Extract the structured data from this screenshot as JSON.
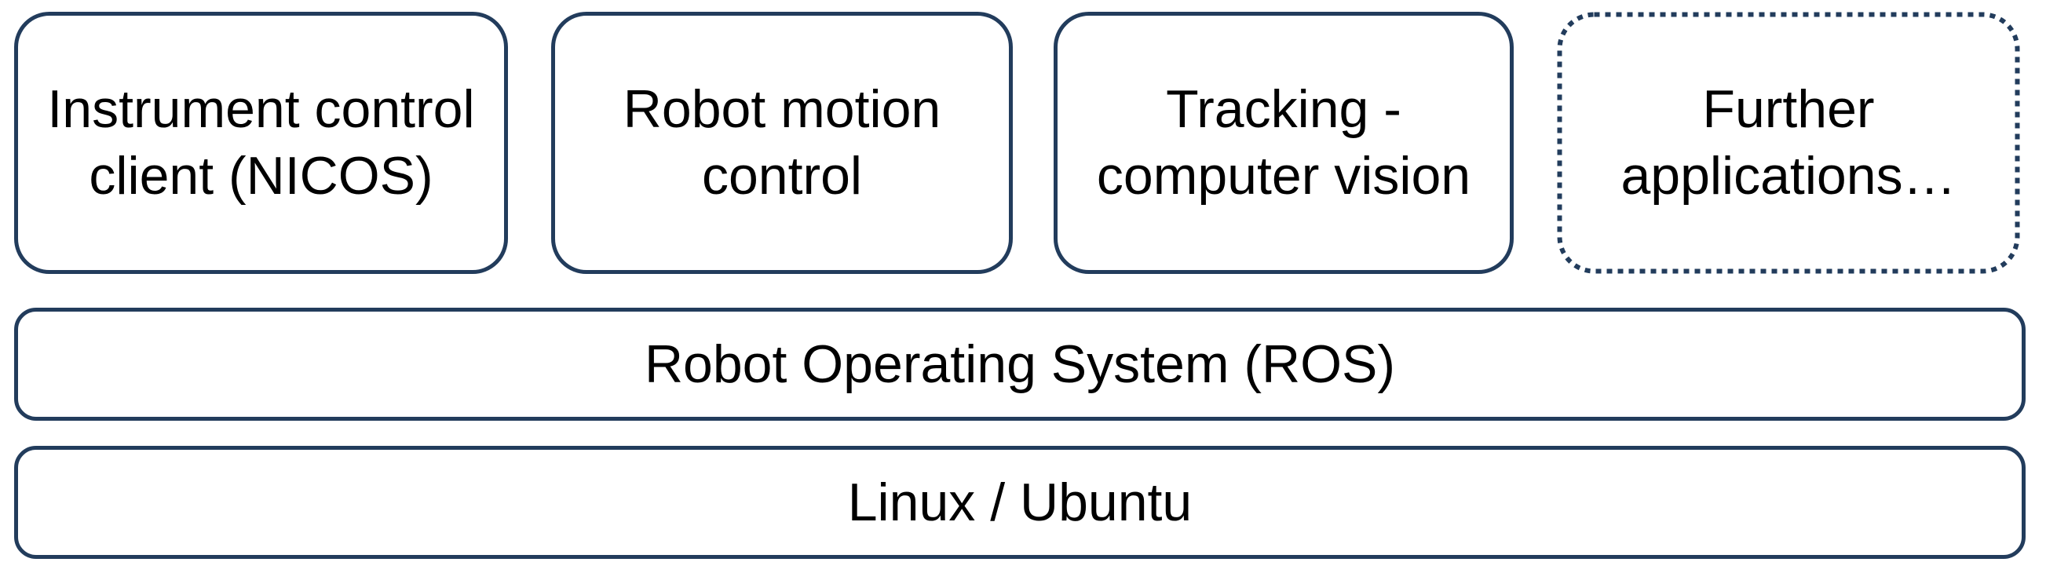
{
  "diagram": {
    "type": "software-stack",
    "colors": {
      "border": "#223C5C",
      "text": "#000000",
      "background": "#FFFFFF"
    },
    "application_layer": {
      "boxes": [
        {
          "id": "nicos",
          "label": "Instrument control client (NICOS)",
          "border_style": "solid"
        },
        {
          "id": "motion",
          "label": "Robot motion control",
          "border_style": "solid"
        },
        {
          "id": "tracking",
          "label": "Tracking - computer vision",
          "border_style": "solid"
        },
        {
          "id": "further",
          "label": "Further applications…",
          "border_style": "dotted"
        }
      ]
    },
    "middleware_layer": {
      "label": "Robot Operating System (ROS)"
    },
    "os_layer": {
      "label": "Linux / Ubuntu"
    }
  }
}
